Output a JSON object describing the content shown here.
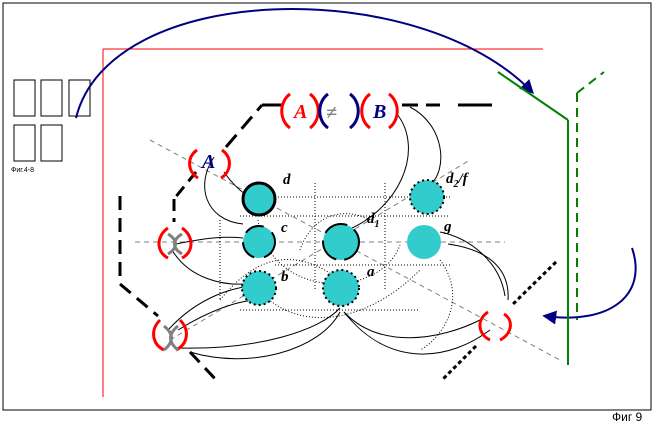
{
  "figure_caption": "Фиг 9",
  "side_caption": "Фиг.4-8",
  "formula": {
    "left": "A",
    "relation": "≠",
    "right": "B"
  },
  "bracket_label": "A",
  "nodes": {
    "d": "d",
    "c": "c",
    "b": "b",
    "a": "a",
    "d1_base": "d",
    "d1_sub": "1",
    "d2_base": "d",
    "d2_sub": "2",
    "d2_suffix": "/f",
    "g": "g"
  },
  "colors": {
    "node_fill": "#33cccc",
    "red": "#ff0000",
    "navy": "#000080",
    "green": "#008000",
    "gray": "#808080",
    "frame": "#000000"
  }
}
